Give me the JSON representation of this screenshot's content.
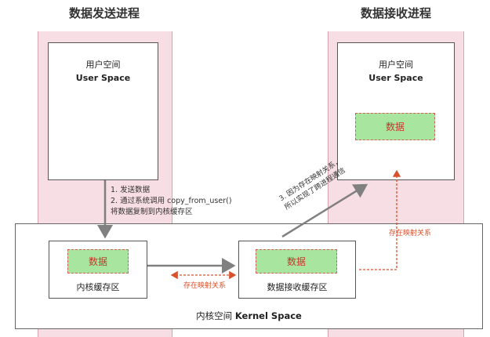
{
  "sender": {
    "title": "数据发送进程",
    "user_space_cn": "用户空间",
    "user_space_en": "User Space"
  },
  "receiver": {
    "title": "数据接收进程",
    "user_space_cn": "用户空间",
    "user_space_en": "User Space",
    "data_label": "数据"
  },
  "steps": {
    "step1": "1.  发送数据",
    "step2": "2.  通过系统调用 copy_from_user()",
    "step2b": "将数据复制到内核缓存区",
    "step3a": "3. 因为存在映射关系，",
    "step3b": "所以实现了跨进程通信"
  },
  "kernel": {
    "label_cn": "内核空间 ",
    "label_en": "Kernel Space",
    "kernel_buffer": {
      "data_label": "数据",
      "caption": "内核缓存区"
    },
    "receive_buffer": {
      "data_label": "数据",
      "caption": "数据接收缓存区"
    },
    "mapping_label": "存在映射关系",
    "mapping_label_right": "存在映射关系"
  },
  "colors": {
    "pink": "#f7dde4",
    "green": "#a8e6a0",
    "red_dashed": "#d9502c",
    "arrow_gray": "#808080"
  }
}
